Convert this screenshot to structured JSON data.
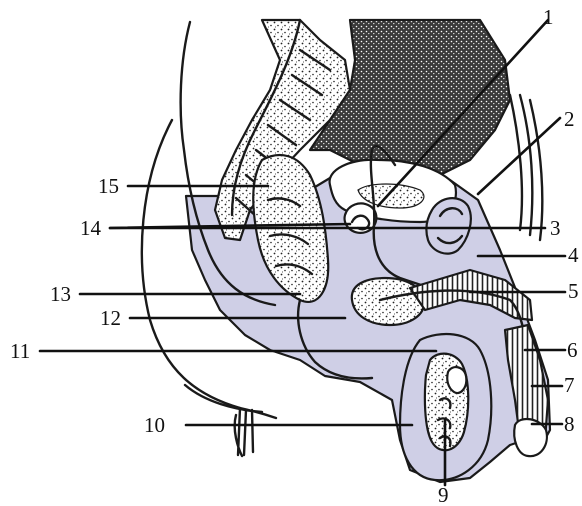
{
  "figure": {
    "labels": [
      "1",
      "2",
      "3",
      "4",
      "5",
      "6",
      "7",
      "8",
      "9",
      "10",
      "11",
      "12",
      "13",
      "14",
      "15"
    ]
  },
  "colors": {
    "fill": "#cfcfe6",
    "ink": "#1a1a1a",
    "stipple_bg": "#ffffff",
    "dense_tissue": "#3a3a3a"
  }
}
